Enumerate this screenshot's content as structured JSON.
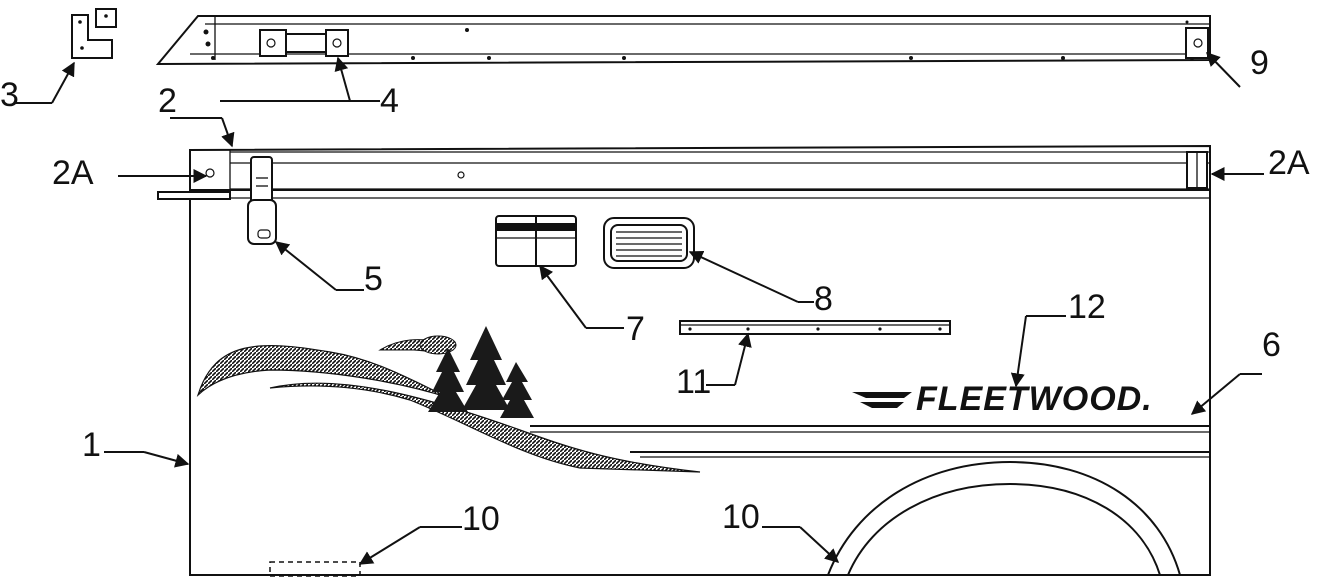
{
  "brand": {
    "logo_text": "FLEETWOOD."
  },
  "callouts": {
    "c1": "1",
    "c2": "2",
    "c2a_left": "2A",
    "c2a_right": "2A",
    "c3": "3",
    "c4": "4",
    "c5": "5",
    "c6": "6",
    "c7": "7",
    "c8": "8",
    "c9": "9",
    "c10_left": "10",
    "c10_right": "10",
    "c11": "11",
    "c12": "12"
  }
}
